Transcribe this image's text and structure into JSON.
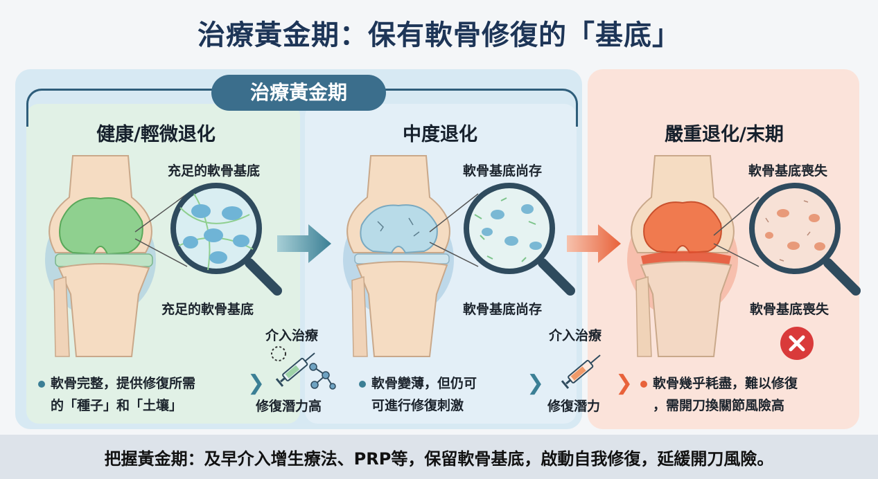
{
  "title": "治療黃金期：保有軟骨修復的「基底」",
  "golden_period_label": "治療黃金期",
  "stages": [
    {
      "name": "健康/輕微退化",
      "zoom_label_top": "充足的軟骨基底",
      "zoom_label_bottom": "充足的軟骨基底",
      "description_line1": "軟骨完整，提供修復所需",
      "description_line2": "的「種子」和「土壤」",
      "color": "#8fd08f"
    },
    {
      "name": "中度退化",
      "zoom_label_top": "軟骨基底尚存",
      "zoom_label_bottom": "軟骨基底尚存",
      "description_line1": "軟骨變薄，但仍可",
      "description_line2": "可進行修復刺激",
      "color": "#a9d3e6"
    },
    {
      "name": "嚴重退化/末期",
      "zoom_label_top": "軟骨基底喪失",
      "zoom_label_bottom": "軟骨基底喪失",
      "description_line1": "軟骨幾乎耗盡，難以修復",
      "description_line2": "，需開刀換關節風險高",
      "color": "#f07a4f"
    }
  ],
  "interventions": [
    {
      "label_top": "介入治療",
      "label_bottom": "修復潛力高"
    },
    {
      "label_top": "介入治療",
      "label_bottom": "修復潛力"
    }
  ],
  "footer": "把握黃金期：及早介入增生療法、PRP等，保留軟骨基底，啟動自我修復，延緩開刀風險。",
  "colors": {
    "title": "#1d3557",
    "golden_panel": "#d7e9f3",
    "healthy_panel": "#e1f1e6",
    "severe_panel": "#fbe3da",
    "accent_teal": "#3b6e8c",
    "accent_orange": "#e8623a",
    "error_red": "#d93a3a"
  }
}
